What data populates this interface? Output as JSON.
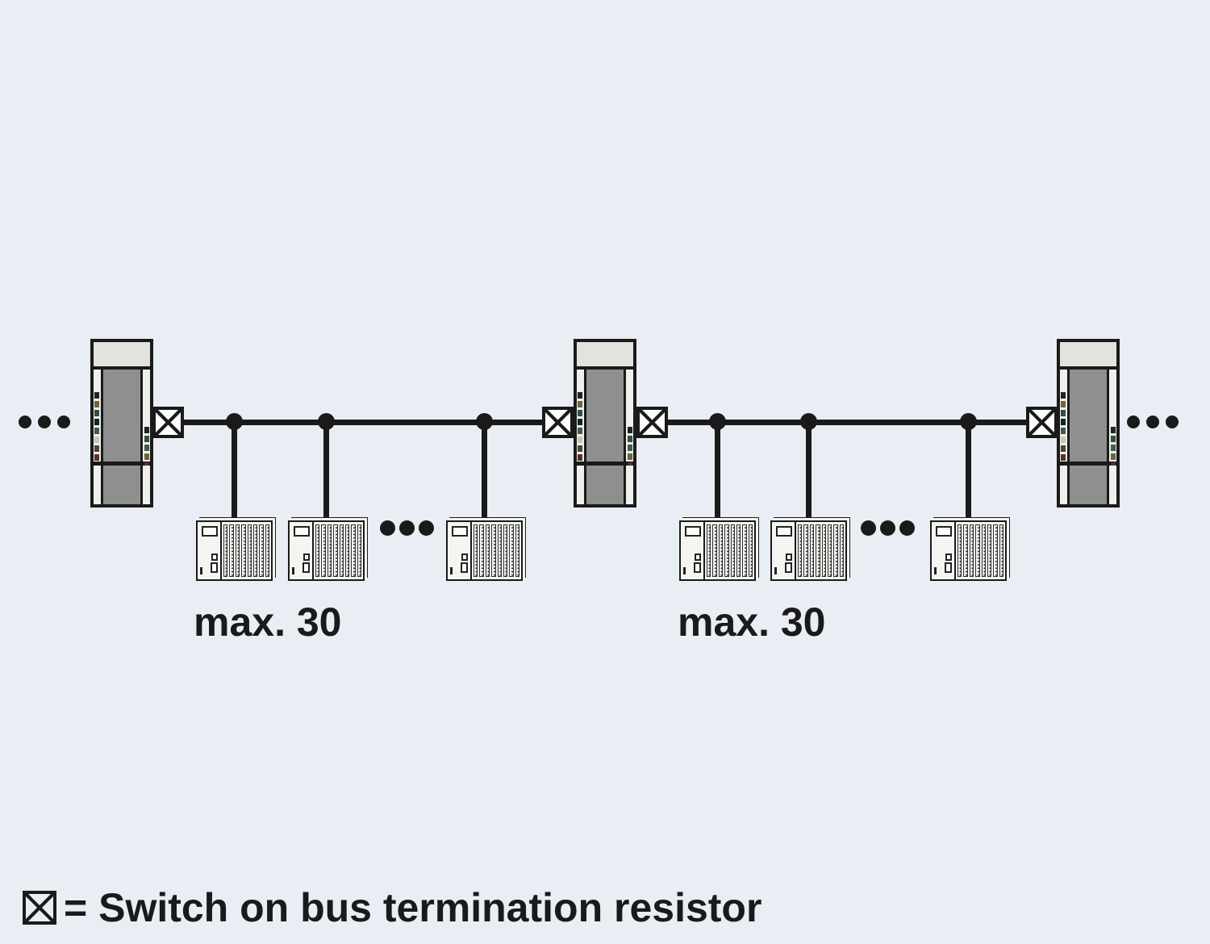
{
  "colors": {
    "background": "#e9edf4",
    "line": "#1a1a1a",
    "device_body": "#8d908e",
    "device_cap": "#e2e3df",
    "device_rail": "#eef0ec",
    "module_bg": "#f4f5f1",
    "led_a": "#23231e",
    "led_b": "#6b663d",
    "led_c": "#34503f",
    "led_d": "#17231e",
    "led_e": "#3f5c4c",
    "led_f": "#c4c6bb",
    "led_g": "#4a4534",
    "led_h": "#5c2e2a"
  },
  "labels": {
    "max_left": "max. 30",
    "max_right": "max. 30"
  },
  "legend": {
    "symbol": "bus-termination-switch-icon",
    "text": "= Switch on bus termination resistor"
  }
}
